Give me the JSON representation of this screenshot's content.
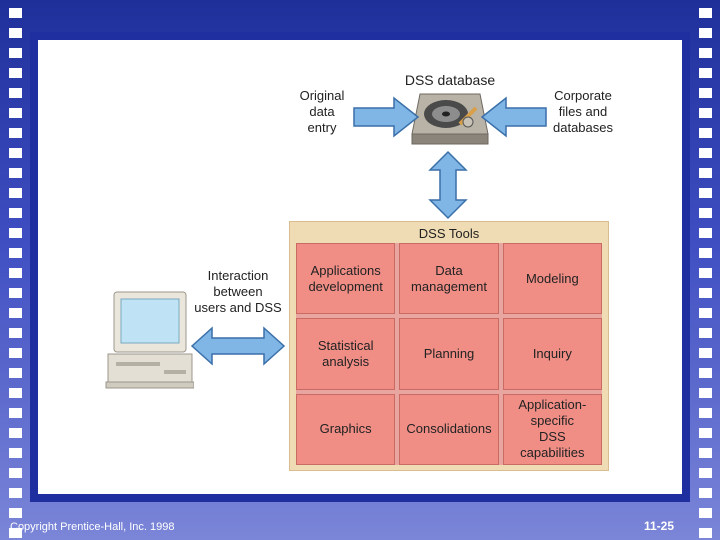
{
  "diagram": {
    "dss_database_label": "DSS database",
    "original_data_entry": "Original\ndata\nentry",
    "corporate_files": "Corporate\nfiles and\ndatabases",
    "interaction_label": "Interaction\nbetween\nusers and DSS",
    "tools_title": "DSS Tools",
    "tools": [
      "Applications\ndevelopment",
      "Data\nmanagement",
      "Modeling",
      "Statistical\nanalysis",
      "Planning",
      "Inquiry",
      "Graphics",
      "Consolidations",
      "Application-\nspecific\nDSS\ncapabilities"
    ]
  },
  "footer": {
    "copyright": "Copyright Prentice-Hall, Inc. 1998",
    "slide_number": "11-25"
  },
  "icons": {
    "database": "hard-disk-icon",
    "computer": "computer-icon",
    "arrow": "blue-arrow-icon"
  },
  "colors": {
    "background": "#2a3aa8",
    "tools_cell": "#f08e86",
    "tools_box": "#f0dcb4",
    "arrow_fill": "#7fb6e6"
  }
}
